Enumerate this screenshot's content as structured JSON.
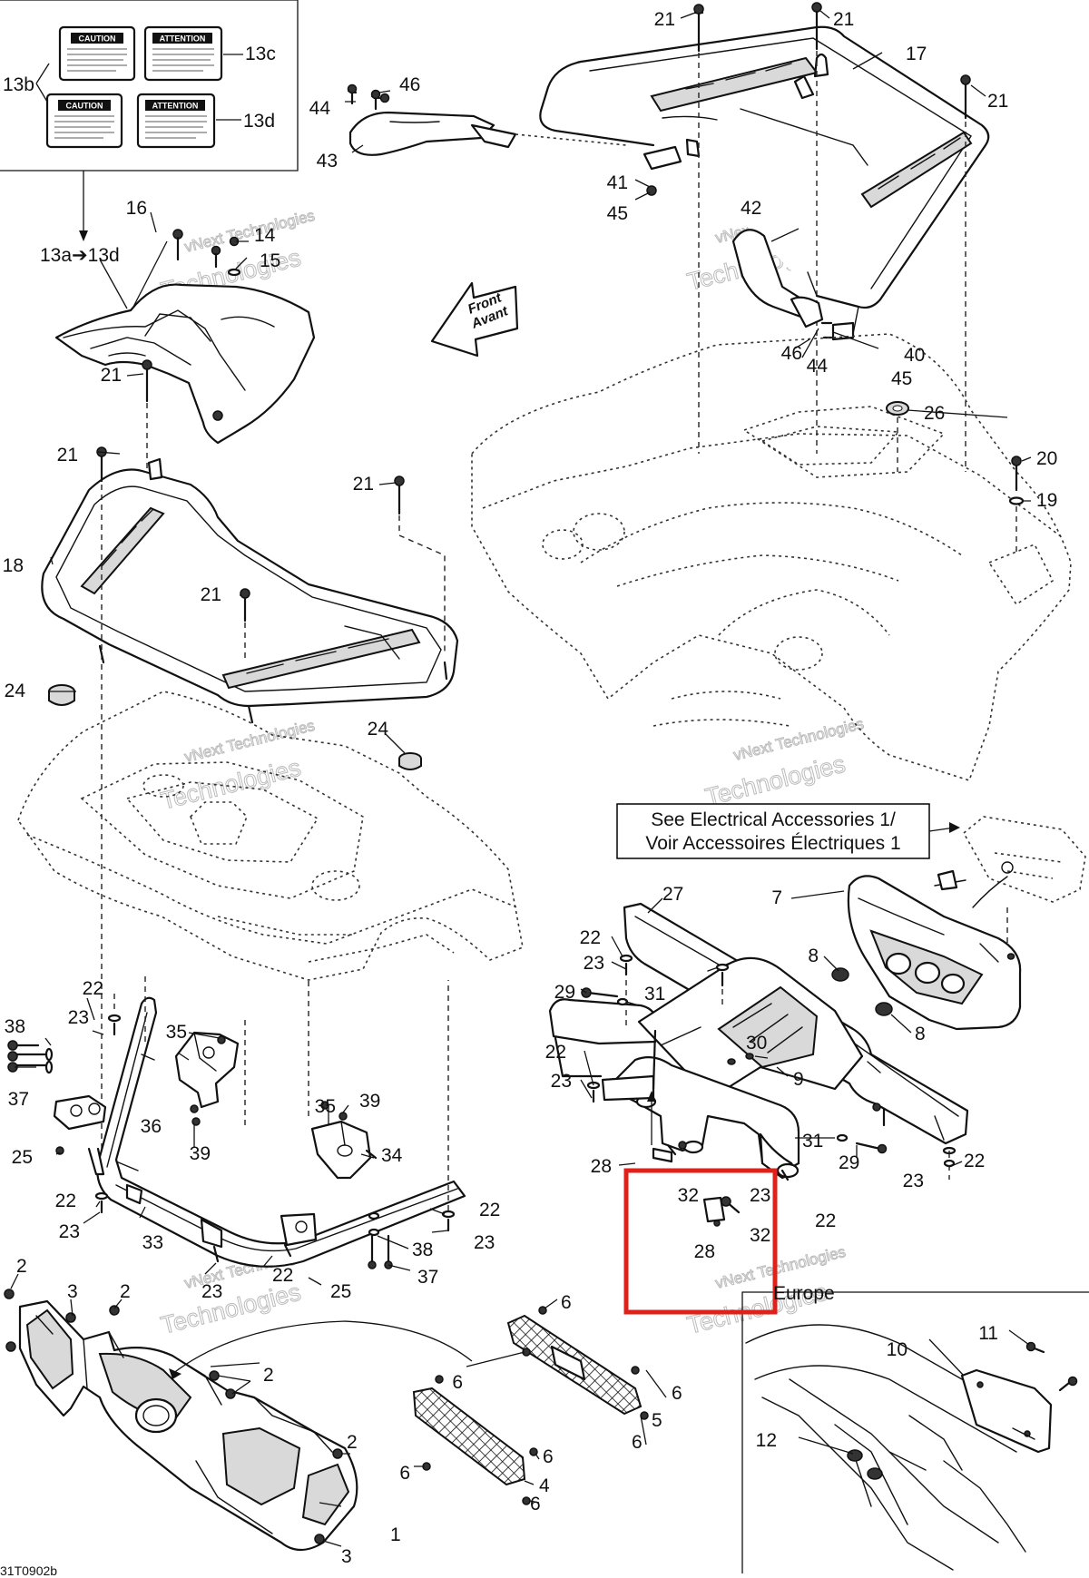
{
  "diagram": {
    "reference_code": "31T0902b",
    "electrical_note": [
      "See Electrical Accessories 1/",
      "Voir Accessoires Électriques 1"
    ],
    "front_arrow": [
      "Front",
      "Avant"
    ],
    "inset_label": "Europe",
    "watermark_lines": [
      "vNext Technologies",
      "Technologies"
    ],
    "decals": {
      "caution": "CAUTION",
      "attention": "ATTENTION"
    },
    "highlight_color": "#e0201b",
    "parts": [
      {
        "id": "p21a",
        "text": "21"
      },
      {
        "id": "p21b",
        "text": "21"
      },
      {
        "id": "p21c",
        "text": "21"
      },
      {
        "id": "p17",
        "text": "17"
      },
      {
        "id": "p13b",
        "text": "13b"
      },
      {
        "id": "p13c",
        "text": "13c"
      },
      {
        "id": "p13d",
        "text": "13d"
      },
      {
        "id": "p46a",
        "text": "46"
      },
      {
        "id": "p44a",
        "text": "44"
      },
      {
        "id": "p43",
        "text": "43"
      },
      {
        "id": "p41",
        "text": "41"
      },
      {
        "id": "p45a",
        "text": "45"
      },
      {
        "id": "p16",
        "text": "16"
      },
      {
        "id": "p14",
        "text": "14"
      },
      {
        "id": "p15",
        "text": "15"
      },
      {
        "id": "p13ad",
        "text": "13a➔13d"
      },
      {
        "id": "p42",
        "text": "42"
      },
      {
        "id": "p46b",
        "text": "46"
      },
      {
        "id": "p44b",
        "text": "44"
      },
      {
        "id": "p40",
        "text": "40"
      },
      {
        "id": "p45b",
        "text": "45"
      },
      {
        "id": "p21d",
        "text": "21"
      },
      {
        "id": "p26",
        "text": "26"
      },
      {
        "id": "p21e",
        "text": "21"
      },
      {
        "id": "p20",
        "text": "20"
      },
      {
        "id": "p19",
        "text": "19"
      },
      {
        "id": "p21f",
        "text": "21"
      },
      {
        "id": "p18",
        "text": "18"
      },
      {
        "id": "p21g",
        "text": "21"
      },
      {
        "id": "p24a",
        "text": "24"
      },
      {
        "id": "p24b",
        "text": "24"
      },
      {
        "id": "p7",
        "text": "7"
      },
      {
        "id": "p27",
        "text": "27"
      },
      {
        "id": "p22a",
        "text": "22"
      },
      {
        "id": "p23a",
        "text": "23"
      },
      {
        "id": "p8a",
        "text": "8"
      },
      {
        "id": "p29a",
        "text": "29"
      },
      {
        "id": "p31a",
        "text": "31"
      },
      {
        "id": "p8b",
        "text": "8"
      },
      {
        "id": "p30",
        "text": "30"
      },
      {
        "id": "p22b",
        "text": "22"
      },
      {
        "id": "p9",
        "text": "9"
      },
      {
        "id": "p23b",
        "text": "23"
      },
      {
        "id": "p31b",
        "text": "31"
      },
      {
        "id": "p29b",
        "text": "29"
      },
      {
        "id": "p22c",
        "text": "22"
      },
      {
        "id": "p23c",
        "text": "23"
      },
      {
        "id": "p28a",
        "text": "28"
      },
      {
        "id": "p22d",
        "text": "22"
      },
      {
        "id": "p32a",
        "text": "32"
      },
      {
        "id": "p23d",
        "text": "23"
      },
      {
        "id": "p32b",
        "text": "32"
      },
      {
        "id": "p28b",
        "text": "28"
      },
      {
        "id": "p22e",
        "text": "22"
      },
      {
        "id": "p23e",
        "text": "23"
      },
      {
        "id": "p38a",
        "text": "38"
      },
      {
        "id": "p35a",
        "text": "35"
      },
      {
        "id": "p37a",
        "text": "37"
      },
      {
        "id": "p36",
        "text": "36"
      },
      {
        "id": "p39a",
        "text": "39"
      },
      {
        "id": "p25a",
        "text": "25"
      },
      {
        "id": "p35b",
        "text": "35"
      },
      {
        "id": "p39b",
        "text": "39"
      },
      {
        "id": "p34",
        "text": "34"
      },
      {
        "id": "p22f",
        "text": "22"
      },
      {
        "id": "p23f",
        "text": "23"
      },
      {
        "id": "p33",
        "text": "33"
      },
      {
        "id": "p22g",
        "text": "22"
      },
      {
        "id": "p23g",
        "text": "23"
      },
      {
        "id": "p38b",
        "text": "38"
      },
      {
        "id": "p37b",
        "text": "37"
      },
      {
        "id": "p22h",
        "text": "22"
      },
      {
        "id": "p23h",
        "text": "23"
      },
      {
        "id": "p25b",
        "text": "25"
      },
      {
        "id": "p2a",
        "text": "2"
      },
      {
        "id": "p3a",
        "text": "3"
      },
      {
        "id": "p2b",
        "text": "2"
      },
      {
        "id": "p6a",
        "text": "6"
      },
      {
        "id": "p2c",
        "text": "2"
      },
      {
        "id": "p6b",
        "text": "6"
      },
      {
        "id": "p6c",
        "text": "6"
      },
      {
        "id": "p5",
        "text": "5"
      },
      {
        "id": "p6d",
        "text": "6"
      },
      {
        "id": "p2d",
        "text": "2"
      },
      {
        "id": "p6e",
        "text": "6"
      },
      {
        "id": "p6f",
        "text": "6"
      },
      {
        "id": "p4",
        "text": "4"
      },
      {
        "id": "p6g",
        "text": "6"
      },
      {
        "id": "p1",
        "text": "1"
      },
      {
        "id": "p3b",
        "text": "3"
      },
      {
        "id": "p10",
        "text": "10"
      },
      {
        "id": "p11",
        "text": "11"
      },
      {
        "id": "p12",
        "text": "12"
      }
    ]
  }
}
